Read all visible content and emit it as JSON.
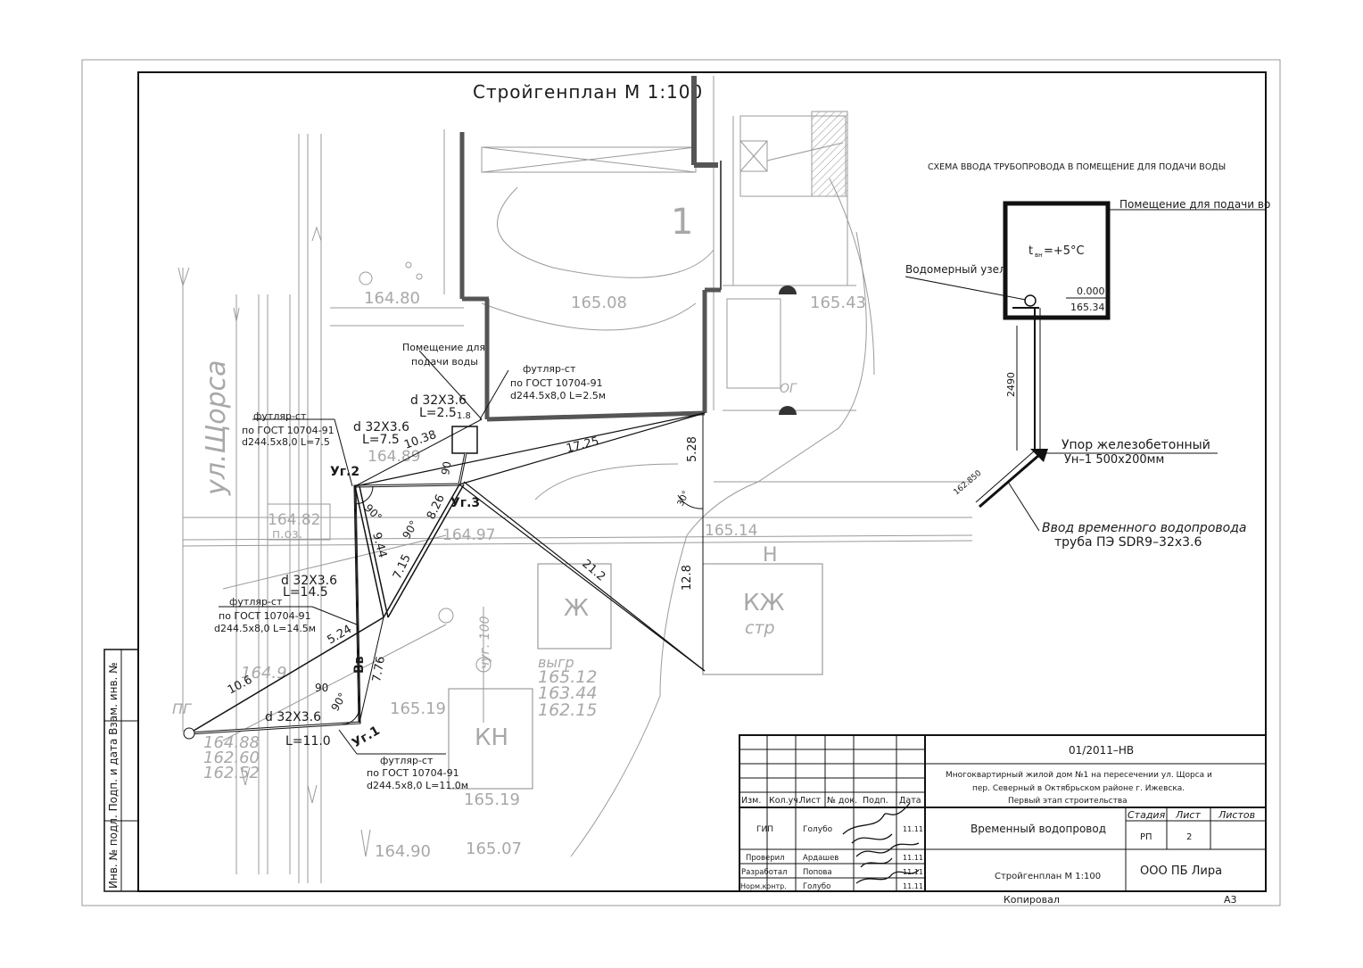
{
  "title": "Стройгенплан  М 1:100",
  "scheme": {
    "title": "СХЕМА ВВОДА ТРУБОПРОВОДА В ПОМЕЩЕНИЕ ДЛЯ ПОДАЧИ ВОДЫ",
    "room_label": "Помещение для подачи во",
    "temp_prefix": "t",
    "temp_sub": "вн",
    "temp_value": "=+5°С",
    "meter_label": "Водомерный узел",
    "level_top": "0.000",
    "level_bottom": "165.34",
    "dim_2490": "2490",
    "stop_line1": "Упор железобетонный",
    "stop_line2": "Ун–1     500х200мм",
    "inlet_line1": "Ввод временного водопровода",
    "inlet_line2": "труба ПЭ SDR9–32х3.6",
    "level_162": "162.850"
  },
  "plan": {
    "building_number": "1",
    "elev_16508": "165.08",
    "elev_16480": "164.80",
    "elev_16543": "165.43",
    "elev_16489": "164.89",
    "elev_16482": "164.82",
    "elev_16497": "164.97",
    "elev_16514": "165.14",
    "elev_16512": "165.12",
    "elev_16344": "163.44",
    "elev_16215": "162.15",
    "elev_16519a": "165.19",
    "elev_16519b": "165.19",
    "elev_16507": "165.07",
    "elev_16490": "164.90",
    "elev_16488": "164.88",
    "elev_16260": "162.60",
    "elev_16252": "162.52",
    "elev_1649x": "164.9",
    "street": "ул.Щорса",
    "room_note_1": "Помещение для",
    "room_note_2": "подачи воды",
    "case_top_1": "футляр-ст",
    "case_top_2": "по ГОСТ 10704-91",
    "case_top_3": "d244.5х8,0 L=2.5м",
    "case_left_1": "футляр-ст",
    "case_left_2": "по ГОСТ 10704-91",
    "case_left_3": "d244.5х8,0 L=7.5",
    "case_mid_1": "футляр-ст",
    "case_mid_2": "по ГОСТ 10704-91",
    "case_mid_3": "d244.5х8,0 L=14.5м",
    "case_bot_1": "футляр-ст",
    "case_bot_2": "по ГОСТ 10704-91",
    "case_bot_3": "d244.5х8,0 L=11.0м",
    "pipe_a_1": "d 32Х3.6",
    "pipe_a_2": "L=2.5",
    "pipe_b_1": "d 32Х3.6",
    "pipe_b_2": "L=7.5",
    "pipe_c_1": "d 32Х3.6",
    "pipe_c_2": "L=14.5",
    "pipe_d_1": "d 32Х3.6",
    "pipe_d_2": "L=11.0",
    "node_2": "Уг.2",
    "node_3": "Уг.3",
    "node_1": "Уг.1",
    "node_vv": "Вв",
    "pg": "ПГ",
    "og": "ОГ",
    "mg": "п.оз.",
    "d_1725": "17.25",
    "d_1038": "10.38",
    "d_18": "1.8",
    "d_90a": "90",
    "d_90b": "90°",
    "d_90c": "90°",
    "d_90d": "90",
    "d_90e": "90°",
    "d_826": "8.26",
    "d_944": "9.44",
    "d_715": "7.15",
    "d_212": "21.2",
    "d_528": "5.28",
    "d_128": "12.8",
    "d_524": "5.24",
    "d_776": "7.76",
    "d_106": "10.6",
    "d_30": "30°",
    "d_100": "чуг. 100",
    "zh": "Ж",
    "kzh": "КЖ",
    "str": "стр",
    "n": "Н",
    "kn": "КН",
    "vygr": "выгр"
  },
  "stamp": {
    "code": "01/2011–НВ",
    "project_1": "Многоквартирный жилой дом №1 на пересечении ул. Щорса и",
    "project_2": "пер. Северный в Октябрьском районе г. Ижевска.",
    "project_3": "Первый этап строительства",
    "hdr_izm": "Изм.",
    "hdr_koluch": "Кол.уч.",
    "hdr_list": "Лист",
    "hdr_ndok": "№ док.",
    "hdr_podp": "Подп.",
    "hdr_data": "Дата",
    "role_gip": "ГИП",
    "name_gip": "Голубо",
    "date_gip": "11.11",
    "role_prov": "Проверил",
    "name_prov": "Ардашев",
    "date_prov": "11.11",
    "role_razr": "Разработал",
    "name_razr": "Попова",
    "date_razr": "11.11",
    "role_norm": "Норм.контр.",
    "name_norm": "Голубо",
    "date_norm": "11.11",
    "section_title": "Временный водопровод",
    "sheet_title": "Стройгенплан М 1:100",
    "org": "ООО ПБ Лира",
    "hdr_stage": "Стадия",
    "hdr_sheet": "Лист",
    "hdr_sheets": "Листов",
    "stage": "РП",
    "sheet": "2",
    "sheets": "",
    "copied": "Копировал",
    "format": "А3"
  },
  "side_stamp": {
    "text": "Инв. № подл.  Подп. и дата  Взам. инв. №"
  }
}
